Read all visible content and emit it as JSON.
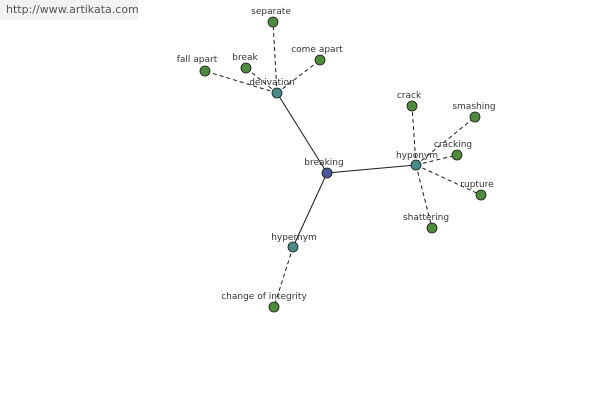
{
  "watermark": {
    "url": "http://www.artikata.com"
  },
  "colors": {
    "root": "#4a5a9a",
    "relation": "#4a8a8a",
    "term": "#4f8a3e",
    "edge": "#1a1a1a"
  },
  "graph": {
    "root": {
      "id": "breaking",
      "label": "breaking"
    },
    "relations": [
      {
        "id": "derivation",
        "label": "derivation"
      },
      {
        "id": "hyponym",
        "label": "hyponym"
      },
      {
        "id": "hypernym",
        "label": "hypernym"
      }
    ],
    "terms": [
      {
        "id": "separate",
        "label": "separate",
        "relation": "derivation"
      },
      {
        "id": "fall-apart",
        "label": "fall apart",
        "relation": "derivation"
      },
      {
        "id": "break",
        "label": "break",
        "relation": "derivation"
      },
      {
        "id": "come-apart",
        "label": "come apart",
        "relation": "derivation"
      },
      {
        "id": "crack",
        "label": "crack",
        "relation": "hyponym"
      },
      {
        "id": "smashing",
        "label": "smashing",
        "relation": "hyponym"
      },
      {
        "id": "cracking",
        "label": "cracking",
        "relation": "hyponym"
      },
      {
        "id": "rupture",
        "label": "rupture",
        "relation": "hyponym"
      },
      {
        "id": "shattering",
        "label": "shattering",
        "relation": "hyponym"
      },
      {
        "id": "change-of-integrity",
        "label": "change of integrity",
        "relation": "hypernym"
      }
    ]
  }
}
